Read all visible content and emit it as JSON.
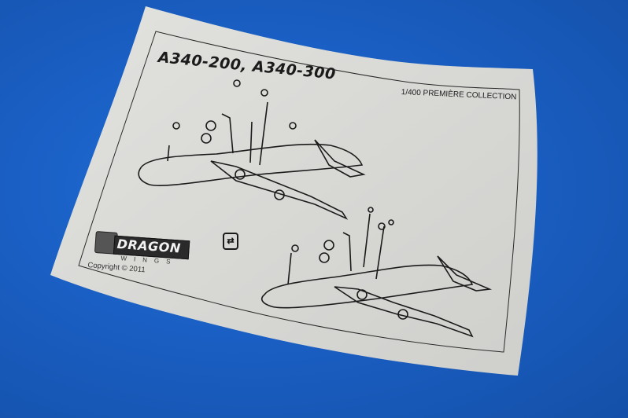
{
  "document": {
    "title": "A340-200, A340-300",
    "scale_label": "1/400 PREMIÈRE COLLECTION",
    "brand": {
      "name": "DRAGON",
      "sub": "WINGS"
    },
    "copyright": "Copyright © 2011",
    "diagrams": [
      {
        "label": "assembly-diagram-top",
        "subject": "A340 aircraft exploded view with landing gear parts"
      },
      {
        "label": "assembly-diagram-bottom",
        "subject": "A340 aircraft exploded view with landing gear parts"
      }
    ],
    "icons": [
      "swap-arrows-icon"
    ]
  },
  "scene": {
    "background_color": "#1a5fc4",
    "paper_color": "#d9d9d6",
    "ink_color": "#1b1b1b"
  }
}
